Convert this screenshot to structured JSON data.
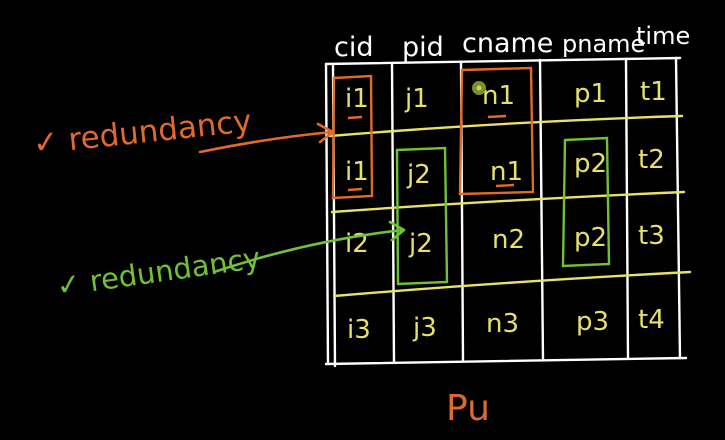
{
  "table": {
    "headers": [
      "cid",
      "pid",
      "cname",
      "pname",
      "time"
    ],
    "rows": [
      [
        "i1",
        "j1",
        "n1",
        "p1",
        "t1"
      ],
      [
        "i1",
        "j2",
        "n1",
        "p2",
        "t2"
      ],
      [
        "i2",
        "j2",
        "n2",
        "p2",
        "t3"
      ],
      [
        "i3",
        "j3",
        "n3",
        "p3",
        "t4"
      ]
    ],
    "caption": "Pu"
  },
  "annotations": [
    {
      "text": "✓ redundancy",
      "color": "#e06a2b"
    },
    {
      "text": "✓ redundancy",
      "color": "#6fc13a"
    }
  ],
  "colors": {
    "background": "#000000",
    "ink": "#ffffff",
    "row_lines": "#e8e06a",
    "cell_text": "#e8e06a",
    "orange": "#e06a2b",
    "green": "#6fc13a",
    "pointer": "#7a8f2a"
  }
}
